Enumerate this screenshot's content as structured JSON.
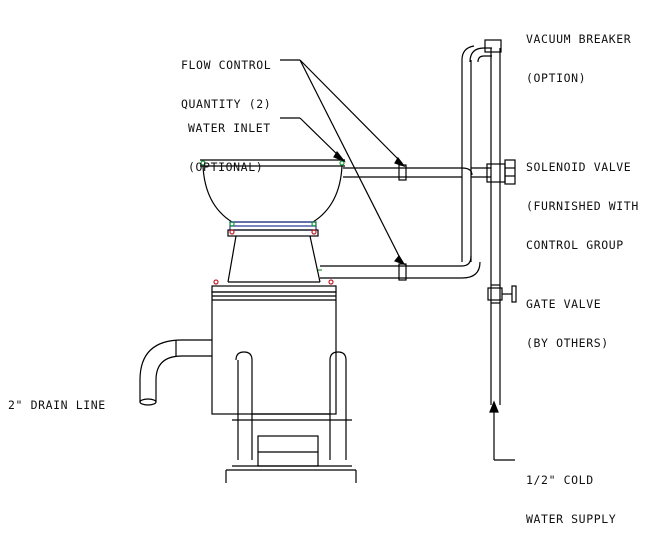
{
  "labels": {
    "vacuum_breaker": [
      "VACUUM BREAKER",
      "(OPTION)"
    ],
    "flow_control": [
      "FLOW CONTROL",
      "QUANTITY (2)"
    ],
    "water_inlet": [
      "WATER INLET",
      "(OPTIONAL)"
    ],
    "solenoid_valve": [
      "SOLENOID VALVE",
      "(FURNISHED WITH",
      "CONTROL GROUP"
    ],
    "gate_valve": [
      "GATE VALVE",
      "(BY OTHERS)"
    ],
    "drain_line": [
      "2\" DRAIN LINE"
    ],
    "cold_water_supply": [
      "1/2\" COLD",
      "WATER SUPPLY"
    ]
  },
  "colors": {
    "line": "#000000",
    "accent_green": "#1a9a3a",
    "accent_red": "#c0202a",
    "hatch_blue": "#2a3a9a"
  }
}
